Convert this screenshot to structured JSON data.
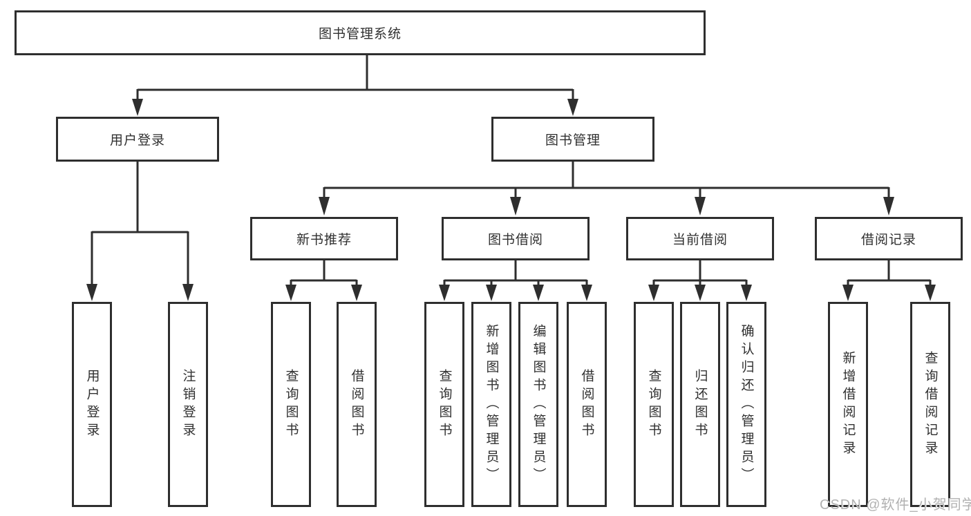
{
  "diagram": {
    "root": {
      "label": "图书管理系统"
    },
    "branches": [
      {
        "label": "用户登录",
        "children": [
          {
            "label": "用户登录"
          },
          {
            "label": "注销登录"
          }
        ]
      },
      {
        "label": "图书管理",
        "children": [
          {
            "label": "新书推荐",
            "children": [
              {
                "label": "查询图书"
              },
              {
                "label": "借阅图书"
              }
            ]
          },
          {
            "label": "图书借阅",
            "children": [
              {
                "label": "查询图书"
              },
              {
                "label": "新增图书（管理员）"
              },
              {
                "label": "编辑图书（管理员）"
              },
              {
                "label": "借阅图书"
              }
            ]
          },
          {
            "label": "当前借阅",
            "children": [
              {
                "label": "查询图书"
              },
              {
                "label": "归还图书"
              },
              {
                "label": "确认归还（管理员）"
              }
            ]
          },
          {
            "label": "借阅记录",
            "children": [
              {
                "label": "新增借阅记录"
              },
              {
                "label": "查询借阅记录"
              }
            ]
          }
        ]
      }
    ]
  },
  "watermark": {
    "text": "CSDN @软件_小贺同学"
  },
  "colors": {
    "line": "#2e2e2e",
    "box_border": "#2e2e2e",
    "text": "#303030",
    "background": "#ffffff",
    "watermark": "#b1b1b1"
  }
}
